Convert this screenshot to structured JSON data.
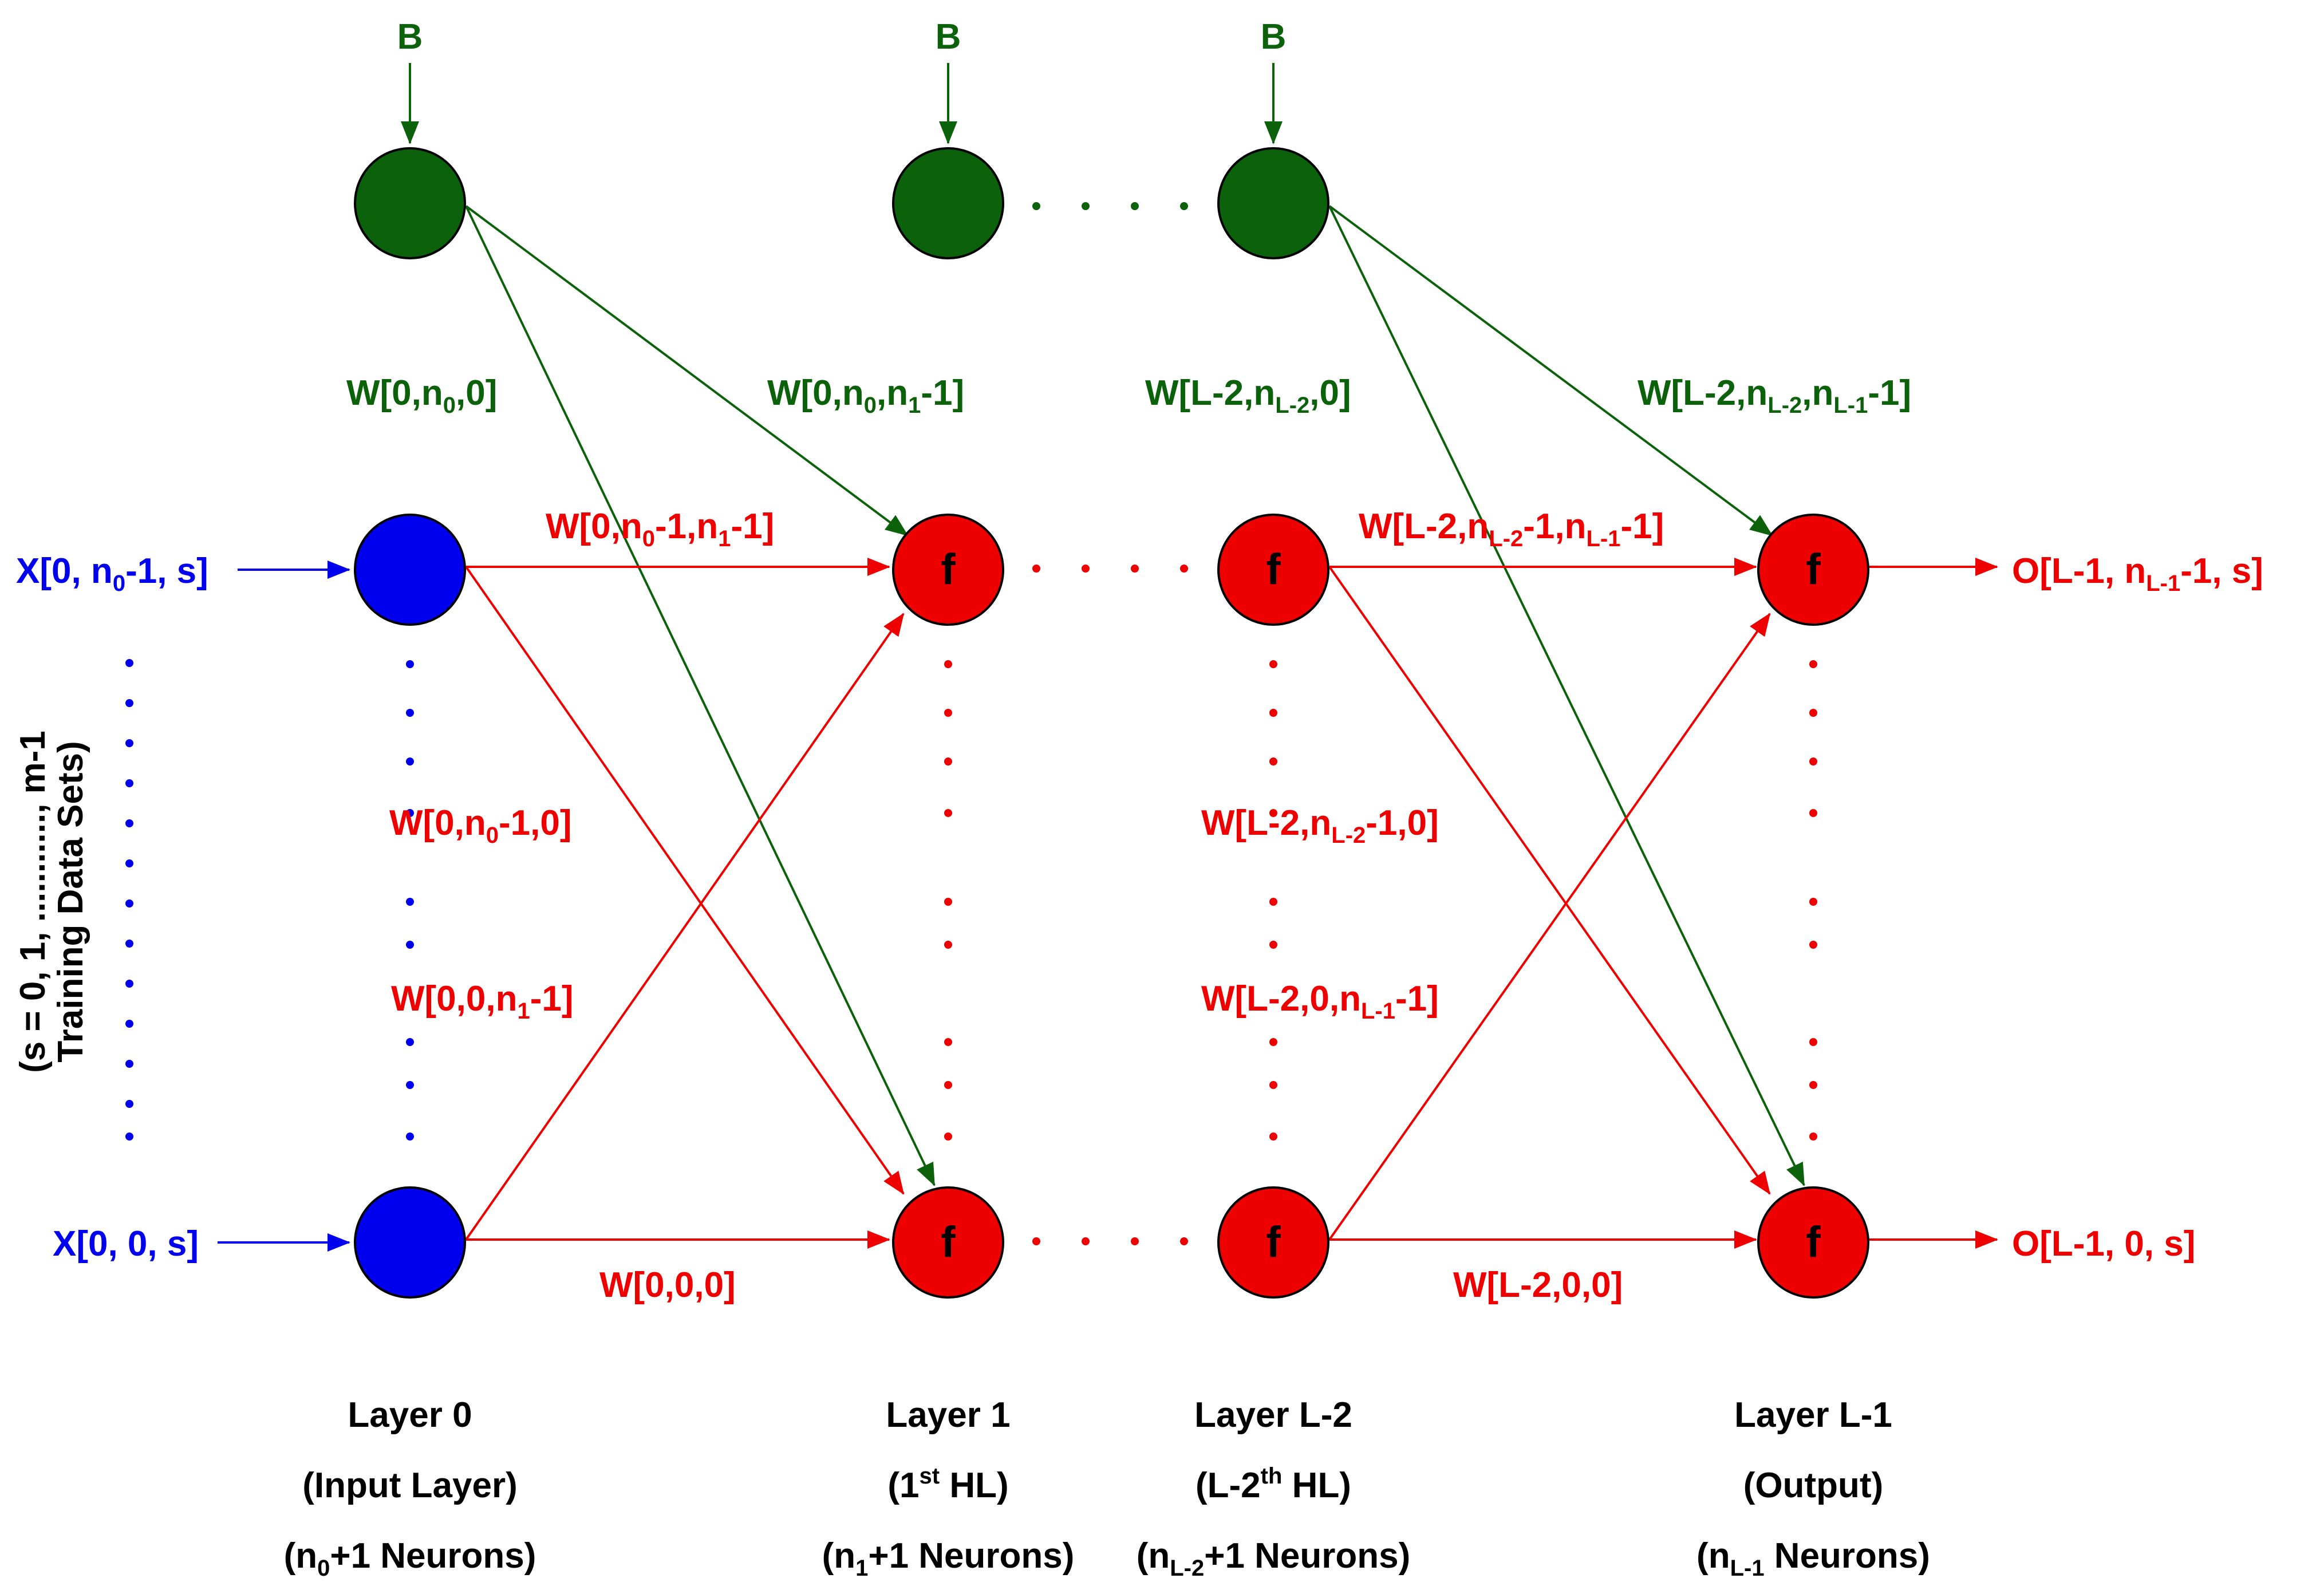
{
  "colors": {
    "bias": "#0b620b",
    "input": "#0000ee",
    "hidden": "#ee0000",
    "outline": "#000000"
  },
  "bias_label": "B",
  "activation_label": "f",
  "inputs": {
    "top": {
      "pre": "X[0, n",
      "sub": "0",
      "post": "-1, s]"
    },
    "bottom": "X[0, 0, s]"
  },
  "outputs": {
    "top": {
      "pre": "O[L-1, n",
      "sub": "L-1",
      "post": "-1, s]"
    },
    "bottom": "O[L-1, 0, s]"
  },
  "training_sets": {
    "line1": "(s = 0, 1, ..........., m-1",
    "line2": "Training Data Sets)"
  },
  "weights": {
    "bias_left_a": {
      "p1": "W[0,n",
      "s1": "0",
      "p2": ",0]"
    },
    "bias_left_b": {
      "p1": "W[0,n",
      "s1": "0",
      "p2": ",n",
      "s2": "1",
      "p3": "-1]"
    },
    "bias_right_a": {
      "p1": "W[L-2,n",
      "s1": "L-2",
      "p2": ",0]"
    },
    "bias_right_b": {
      "p1": "W[L-2,n",
      "s1": "L-2",
      "p2": ",n",
      "s2": "L-1",
      "p3": "-1]"
    },
    "l0_top_top": {
      "p1": "W[0,n",
      "s1": "0",
      "p2": "-1,n",
      "s2": "1",
      "p3": "-1]"
    },
    "l0_top_bottom": {
      "p1": "W[0,n",
      "s1": "0",
      "p2": "-1,0]"
    },
    "l0_bottom_top": {
      "p1": "W[0,0,n",
      "s1": "1",
      "p2": "-1]"
    },
    "l0_bottom_bottom": "W[0,0,0]",
    "l2_top_top": {
      "p1": "W[L-2,n",
      "s1": "L-2",
      "p2": "-1,n",
      "s2": "L-1",
      "p3": "-1]"
    },
    "l2_top_bottom": {
      "p1": "W[L-2,n",
      "s1": "L-2",
      "p2": "-1,0]"
    },
    "l2_bottom_top": {
      "p1": "W[L-2,0,n",
      "s1": "L-1",
      "p2": "-1]"
    },
    "l2_bottom_bottom": "W[L-2,0,0]"
  },
  "layers": [
    {
      "name": "Layer 0",
      "desc": "(Input Layer)",
      "count": {
        "pre": "(n",
        "sub": "0",
        "post": "+1 Neurons)"
      }
    },
    {
      "name": "Layer 1",
      "desc": {
        "pre": "(1",
        "sup": "st",
        "post": " HL)"
      },
      "count": {
        "pre": "(n",
        "sub": "1",
        "post": "+1 Neurons)"
      }
    },
    {
      "name": "Layer L-2",
      "desc": {
        "pre": "(L-2",
        "sup": "th",
        "post": " HL)"
      },
      "count": {
        "pre": "(n",
        "sub": "L-2",
        "post": "+1 Neurons)"
      }
    },
    {
      "name": "Layer L-1",
      "desc": "(Output)",
      "count": {
        "pre": "(n",
        "sub": "L-1",
        "post": " Neurons)"
      }
    }
  ]
}
